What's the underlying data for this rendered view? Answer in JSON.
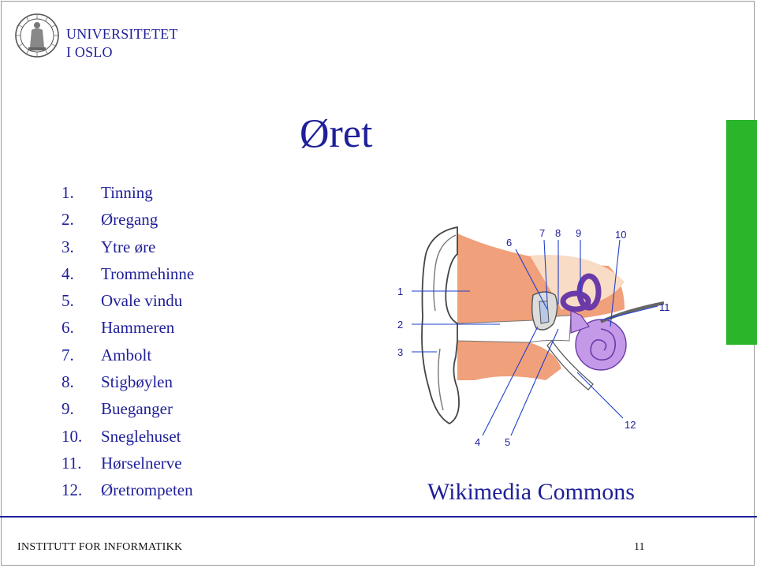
{
  "header": {
    "logo_icon": "university-seal-icon",
    "institution_line1": "UNIVERSITETET",
    "institution_line2": "I OSLO"
  },
  "slide": {
    "title": "Øret",
    "accent_color": "#2bb52b",
    "text_color": "#1f1f99"
  },
  "list": [
    {
      "num": "1.",
      "label": "Tinning"
    },
    {
      "num": "2.",
      "label": "Øregang"
    },
    {
      "num": "3.",
      "label": "Ytre øre"
    },
    {
      "num": "4.",
      "label": "Trommehinne"
    },
    {
      "num": "5.",
      "label": "Ovale vindu"
    },
    {
      "num": "6.",
      "label": "Hammeren"
    },
    {
      "num": "7.",
      "label": "Ambolt"
    },
    {
      "num": "8.",
      "label": "Stigbøylen"
    },
    {
      "num": "9.",
      "label": "Bueganger"
    },
    {
      "num": "10.",
      "label": "Sneglehuset"
    },
    {
      "num": "11.",
      "label": "Hørselnerve"
    },
    {
      "num": "12.",
      "label": "Øretrompeten"
    }
  ],
  "diagram": {
    "labels": [
      "1",
      "2",
      "3",
      "4",
      "5",
      "6",
      "7",
      "8",
      "9",
      "10",
      "11",
      "12"
    ],
    "caption": "Wikimedia Commons"
  },
  "footer": {
    "institute": "INSTITUTT FOR INFORMATIKK",
    "page_number": "11"
  }
}
